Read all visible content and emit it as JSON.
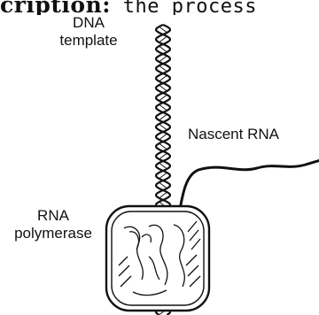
{
  "heading": {
    "bold": "cription:",
    "rest": " the process"
  },
  "labels": {
    "dna_line1": "DNA",
    "dna_line2": "template",
    "nascent_rna": "Nascent RNA",
    "pol_line1": "RNA",
    "pol_line2": "polymerase"
  },
  "colors": {
    "ink": "#111111",
    "background": "#ffffff"
  }
}
